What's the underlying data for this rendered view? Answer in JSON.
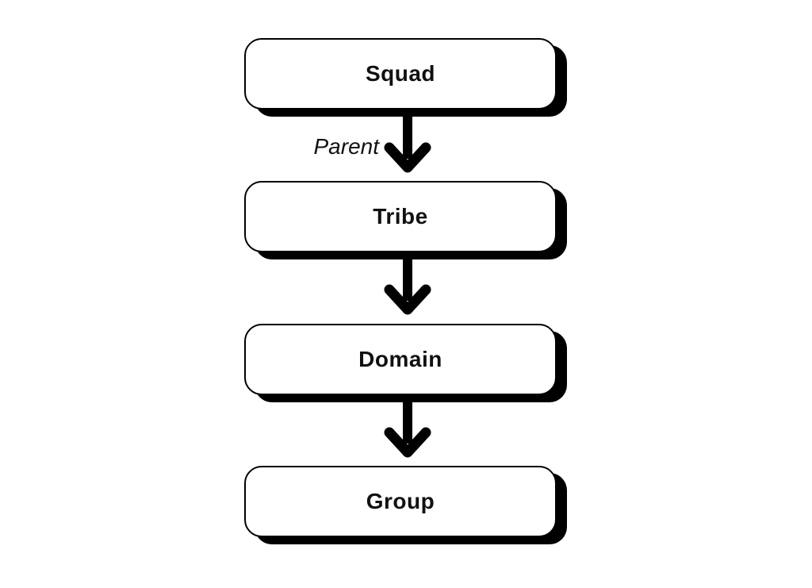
{
  "diagram": {
    "title": "",
    "background_color": "#ffffff",
    "box_fill_color": "#ffffff",
    "box_border_color": "#000000",
    "shadow_color": "#000000",
    "arrow_color": "#000000",
    "text_color": "#111111",
    "nodes": [
      {
        "label": "Squad"
      },
      {
        "label": "Tribe"
      },
      {
        "label": "Domain"
      },
      {
        "label": "Group"
      }
    ],
    "edges": [
      {
        "from": "Squad",
        "to": "Tribe",
        "label": "Parent"
      },
      {
        "from": "Tribe",
        "to": "Domain",
        "label": ""
      },
      {
        "from": "Domain",
        "to": "Group",
        "label": ""
      }
    ]
  }
}
